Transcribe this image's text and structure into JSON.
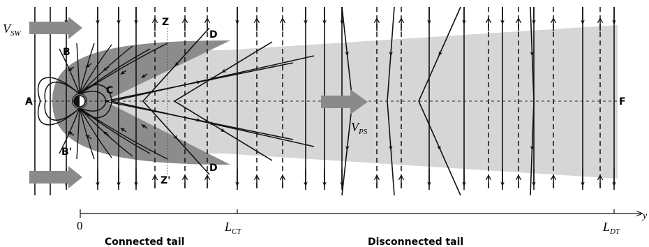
{
  "labels": {
    "A": "A",
    "B": "B",
    "B_prime": "B'",
    "C": "C",
    "D_top": "D",
    "D_bottom": "D",
    "Z": "Z",
    "Z_prime": "Z'",
    "F": "F"
  },
  "vsw": {
    "main": "V",
    "sub": "SW"
  },
  "vps": {
    "main": "V",
    "sub": "PS"
  },
  "axis": {
    "origin": "0",
    "lct": {
      "main": "L",
      "sub": "CT"
    },
    "ldt": {
      "main": "L",
      "sub": "DT"
    },
    "end": "y",
    "connected_label": "Connected tail",
    "disconnected_label": "Disconnected tail"
  },
  "colors": {
    "dark_region": "#8c8c8c",
    "light_region": "#d6d6d6",
    "arrow_fill": "#8a8a8a",
    "line": "#111111"
  }
}
